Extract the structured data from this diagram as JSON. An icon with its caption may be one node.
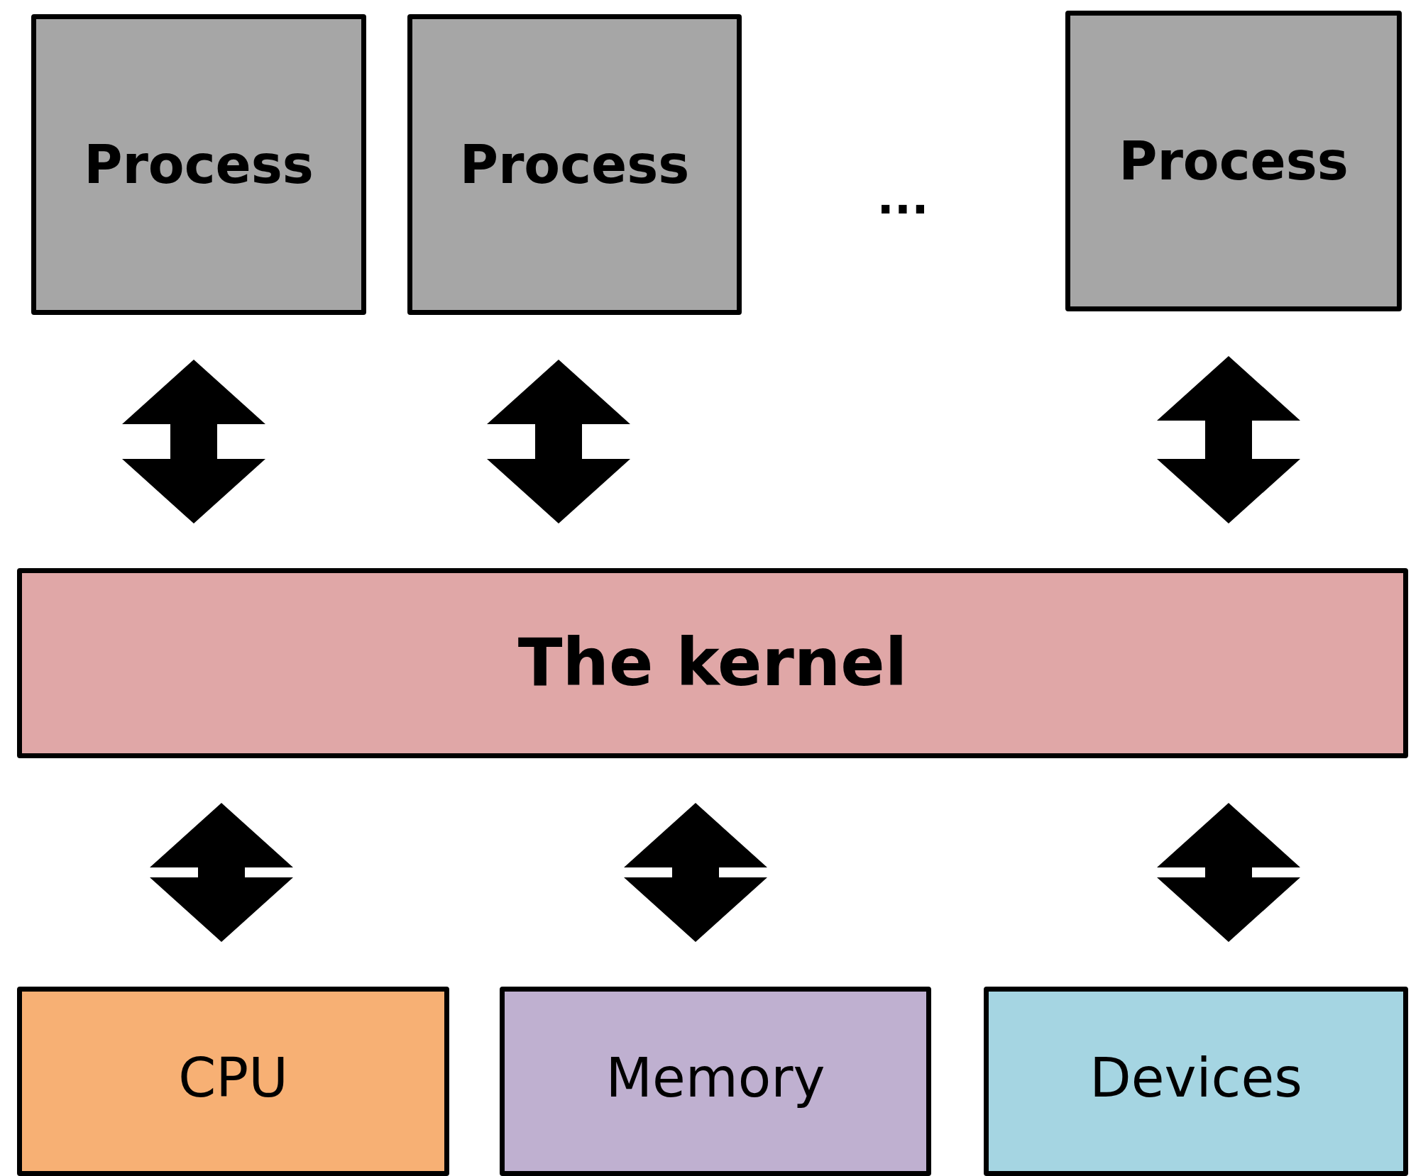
{
  "diagram": {
    "nodes": [
      {
        "text": [
          "Process"
        ]
      },
      {
        "text": [
          "Process"
        ]
      },
      {
        "text": [
          "Process"
        ]
      },
      {
        "text": [
          "The kernel"
        ]
      },
      {
        "text": [
          "CPU"
        ]
      },
      {
        "text": [
          "Memory"
        ]
      },
      {
        "text": [
          "Devices"
        ]
      }
    ],
    "edges": [
      {
        "from": 0,
        "to": 3,
        "arrow": "both"
      },
      {
        "from": 1,
        "to": 3,
        "arrow": "both"
      },
      {
        "from": 2,
        "to": 3,
        "arrow": "both"
      },
      {
        "from": 3,
        "to": 4,
        "arrow": "both"
      },
      {
        "from": 3,
        "to": 5,
        "arrow": "both"
      },
      {
        "from": 3,
        "to": 6,
        "arrow": "both"
      }
    ],
    "labels": [
      "..."
    ]
  }
}
